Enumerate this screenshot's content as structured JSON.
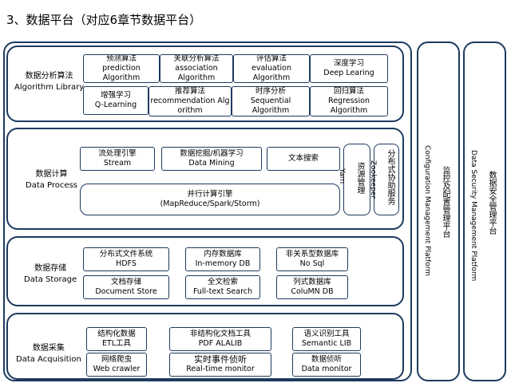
{
  "title": "3、数据平台（对应6章节数据平台）",
  "layers": {
    "algorithm": {
      "label_cn": "数据分析算法",
      "label_en": "Algorithm Library",
      "boxes": [
        {
          "cn": "预测算法",
          "en1": "prediction",
          "en2": "Algorithm"
        },
        {
          "cn": "关联分析算法",
          "en1": "association",
          "en2": "Algorithm"
        },
        {
          "cn": "评估算法",
          "en1": "evaluation",
          "en2": "Algorithm"
        },
        {
          "cn": "深度学习",
          "en1": "Deep Learing",
          "en2": ""
        },
        {
          "cn": "增强学习",
          "en1": "Q-Learning",
          "en2": ""
        },
        {
          "cn": "推荐算法",
          "en1": "recommendation Alg",
          "en2": "orithm"
        },
        {
          "cn": "时序分析",
          "en1": "Sequential",
          "en2": "Algorithm"
        },
        {
          "cn": "回归算法",
          "en1": "Regression",
          "en2": "Algorithm"
        }
      ]
    },
    "process": {
      "label_cn": "数据计算",
      "label_en": "Data Process",
      "stream": {
        "cn": "流处理引擎",
        "en": "Stream"
      },
      "mining": {
        "cn": "数据挖掘/机器学习",
        "en": "Data Mining"
      },
      "search": {
        "cn": "文本搜索"
      },
      "parallel": {
        "cn": "并行计算引擎",
        "en": "(MapReduce/Spark/Storm)"
      },
      "yarn": {
        "cn": "资源管理",
        "en": "Yarn"
      },
      "zookeeper": {
        "cn": "分布式协助服务",
        "en": "Zookeeper"
      }
    },
    "storage": {
      "label_cn": "数据存储",
      "label_en": "Data Storage",
      "boxes": [
        {
          "cn": "分布式文件系统",
          "en": "HDFS"
        },
        {
          "cn": "内存数据库",
          "en": "In-memory DB"
        },
        {
          "cn": "非关系型数据库",
          "en": "No Sql"
        },
        {
          "cn": "文档存储",
          "en": "Document Store"
        },
        {
          "cn": "全文检索",
          "en": "Full-text Search"
        },
        {
          "cn": "列式数据库",
          "en": "ColuMN DB"
        }
      ]
    },
    "acquisition": {
      "label_cn": "数据采集",
      "label_en": "Data Acquisition",
      "boxes": [
        {
          "cn": "结构化数据",
          "en": "ETL工具"
        },
        {
          "cn": "非结构化文档工具",
          "en": "PDF ALALIB"
        },
        {
          "cn": "语义识别工具",
          "en": "Semantic LIB"
        },
        {
          "cn": "网络爬虫",
          "en": "Web crawler"
        },
        {
          "cn": "实时事件侦听",
          "en": "Real-time monitor"
        },
        {
          "cn": "数据侦听",
          "en": "Data monitor"
        }
      ]
    }
  },
  "side_panels": {
    "config": {
      "cn": "监控及配置管理平台",
      "en": "Configuration Management Platform"
    },
    "security": {
      "cn": "数据安全管理平台",
      "en": "Data Security Management Platform"
    }
  },
  "colors": {
    "border": "#1d3a5f",
    "background": "#ffffff",
    "text": "#000000"
  }
}
